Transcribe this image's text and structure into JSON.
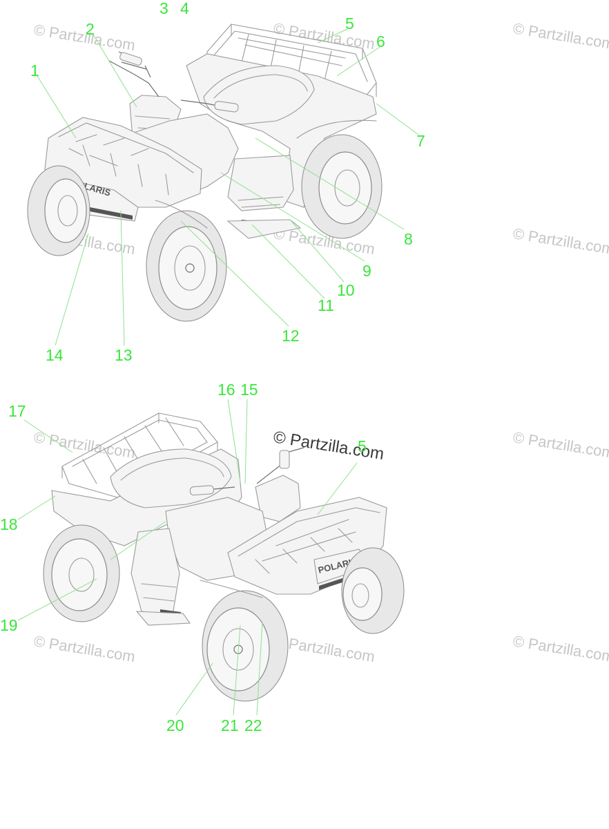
{
  "brand_badge": "POLARIS",
  "watermark_text": "© Partzilla.com",
  "callout_color": "#39e639",
  "callouts": [
    "1",
    "2",
    "3",
    "4",
    "5",
    "6",
    "7",
    "8",
    "9",
    "10",
    "11",
    "12",
    "13",
    "14",
    "16",
    "15",
    "17",
    "5",
    "18",
    "19",
    "20",
    "21",
    "22"
  ]
}
